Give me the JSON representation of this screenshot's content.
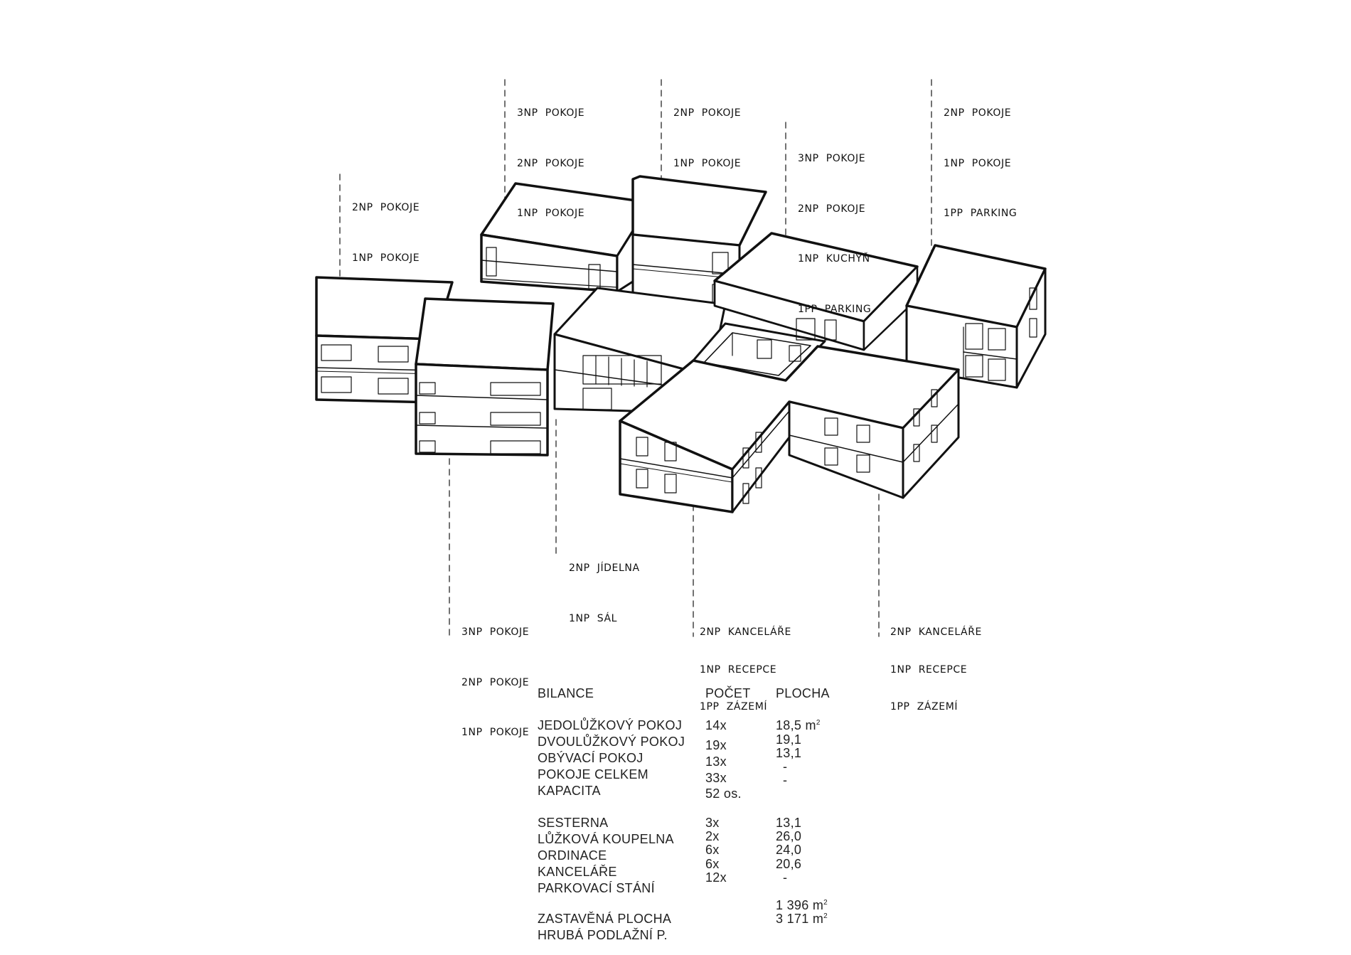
{
  "callouts": [
    {
      "id": "c1",
      "lines": [
        "3NP  POKOJE",
        "2NP  POKOJE",
        "1NP  POKOJE"
      ]
    },
    {
      "id": "c2",
      "lines": [
        "2NP  POKOJE",
        "1NP  POKOJE"
      ]
    },
    {
      "id": "c3",
      "lines": [
        "3NP  POKOJE",
        "2NP  POKOJE",
        "1NP  KUCHYŇ",
        "1PP  PARKING"
      ]
    },
    {
      "id": "c4",
      "lines": [
        "2NP  POKOJE",
        "1NP  POKOJE",
        "1PP  PARKING"
      ]
    },
    {
      "id": "c5",
      "lines": [
        "2NP  POKOJE",
        "1NP  POKOJE"
      ]
    },
    {
      "id": "c6",
      "lines": [
        "2NP  JÍDELNA",
        "1NP  SÁL"
      ]
    },
    {
      "id": "c7",
      "lines": [
        "3NP  POKOJE",
        "2NP  POKOJE",
        "1NP  POKOJE"
      ]
    },
    {
      "id": "c8",
      "lines": [
        "2NP  KANCELÁŘE",
        "1NP  RECEPCE",
        "1PP  ZÁZEMÍ"
      ]
    },
    {
      "id": "c9",
      "lines": [
        "2NP  KANCELÁŘE",
        "1NP  RECEPCE",
        "1PP  ZÁZEMÍ"
      ]
    }
  ],
  "bilance": {
    "header": {
      "label": "BILANCE",
      "count": "POČET",
      "area": "PLOCHA"
    },
    "labels": [
      "JEDOLŮŽKOVÝ POKOJ",
      "DVOULŮŽKOVÝ POKOJ",
      "OBÝVACÍ POKOJ",
      "POKOJE CELKEM",
      "KAPACITA",
      "SESTERNA",
      "LŮŽKOVÁ KOUPELNA",
      "ORDINACE",
      "KANCELÁŘE",
      "PARKOVACÍ STÁNÍ",
      "ZASTAVĚNÁ PLOCHA",
      "HRUBÁ PODLAŽNÍ P."
    ],
    "counts": [
      "14x",
      "19x",
      "13x",
      "33x",
      "52 os.",
      "3x",
      "2x",
      "6x",
      "6x",
      "12x"
    ],
    "areas": [
      "18,5 m",
      "19,1",
      "13,1",
      "-",
      "-",
      "13,1",
      "26,0",
      "24,0",
      "20,6",
      "-",
      "1 396 m",
      "3 171 m"
    ],
    "area_unit_sup": "2"
  }
}
